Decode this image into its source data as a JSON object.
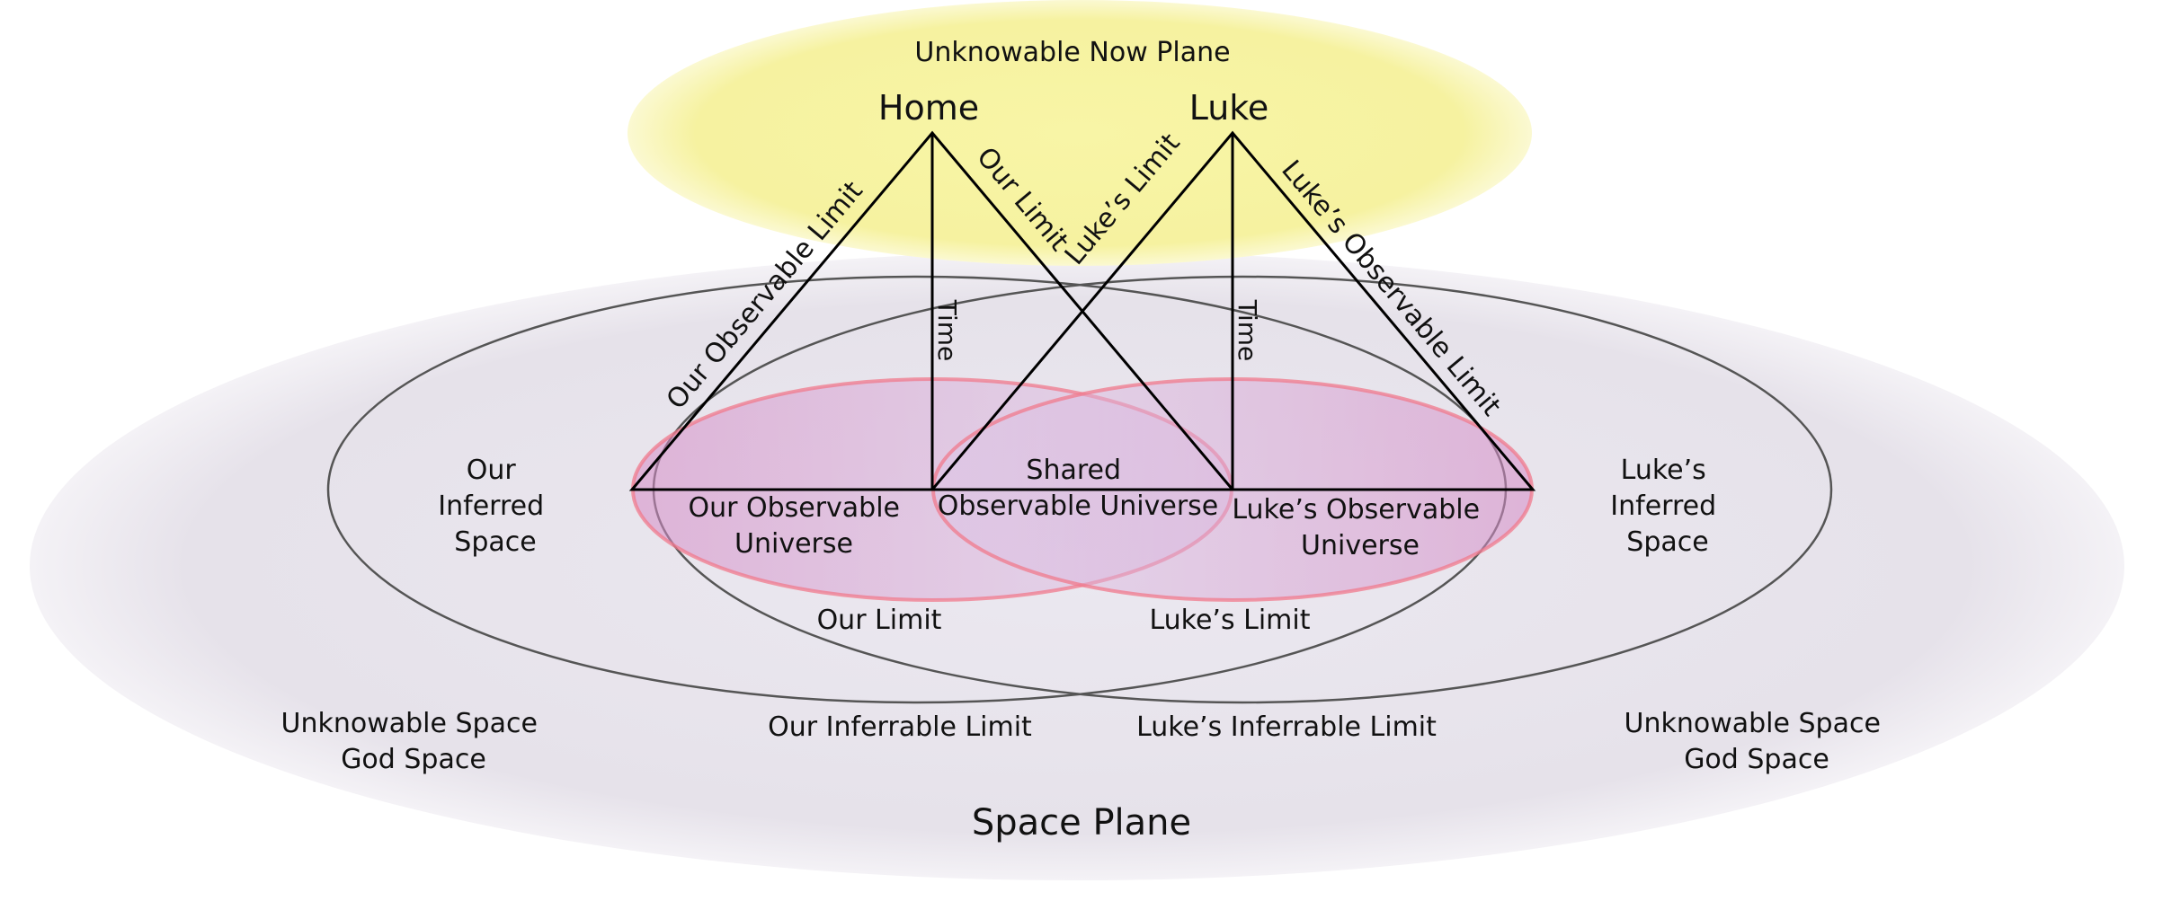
{
  "now_plane": {
    "label": "Unknowable Now Plane"
  },
  "observers": {
    "home": {
      "label": "Home",
      "time_label": "Time",
      "left_edge_label": "Our Observable Limit",
      "right_edge_label": "Our Limit"
    },
    "luke": {
      "label": "Luke",
      "time_label": "Time",
      "left_edge_label": "Luke’s Limit",
      "right_edge_label": "Luke’s Observable Limit"
    }
  },
  "regions": {
    "our_inferred": [
      "Our",
      "Inferred",
      "Space"
    ],
    "luke_inferred": [
      "Luke’s",
      "Inferred",
      "Space"
    ],
    "our_observable": [
      "Our Observable",
      "Universe"
    ],
    "shared_observable": [
      "Shared",
      "Observable Universe"
    ],
    "luke_observable": [
      "Luke’s Observable",
      "Universe"
    ],
    "our_limit": "Our Limit",
    "luke_limit": "Luke’s Limit",
    "our_inferrable_limit": "Our Inferrable Limit",
    "luke_inferrable_limit": "Luke’s Inferrable Limit",
    "unknowable_left": [
      "Unknowable Space",
      "God Space"
    ],
    "unknowable_right": [
      "Unknowable Space",
      "God Space"
    ]
  },
  "space_plane": {
    "label": "Space Plane"
  },
  "colors": {
    "now_plane": "#f7f3a3",
    "space_plane": "#ebe8ee",
    "observable_fill": "#d98bc0",
    "observable_stroke": "#f07a8c",
    "rings": "#555555",
    "lines": "#000000"
  }
}
